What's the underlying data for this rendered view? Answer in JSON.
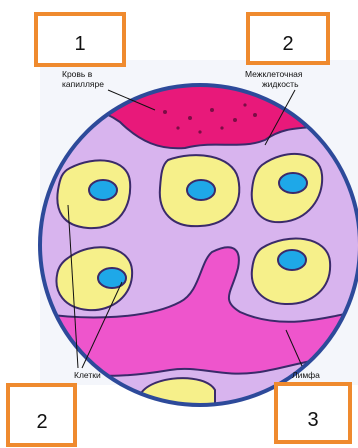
{
  "labels": {
    "blood": [
      "Кровь в",
      "капилляре"
    ],
    "fluid": [
      "Межклеточная",
      "жидкость"
    ],
    "cells": "Клетки",
    "lymph": "Лимфа"
  },
  "boxes": {
    "box_top_left": "1",
    "box_top_right": "2",
    "box_bottom_left": "2",
    "box_bottom_right": "3"
  },
  "colors": {
    "frame": "#ef8a2e",
    "border": "#2d4a9a",
    "fluid": "#d8b4ee",
    "blood": "#e8197a",
    "lymph": "#ee55cc",
    "cell": "#f6f08a",
    "nucleus": "#1ea8e8"
  }
}
